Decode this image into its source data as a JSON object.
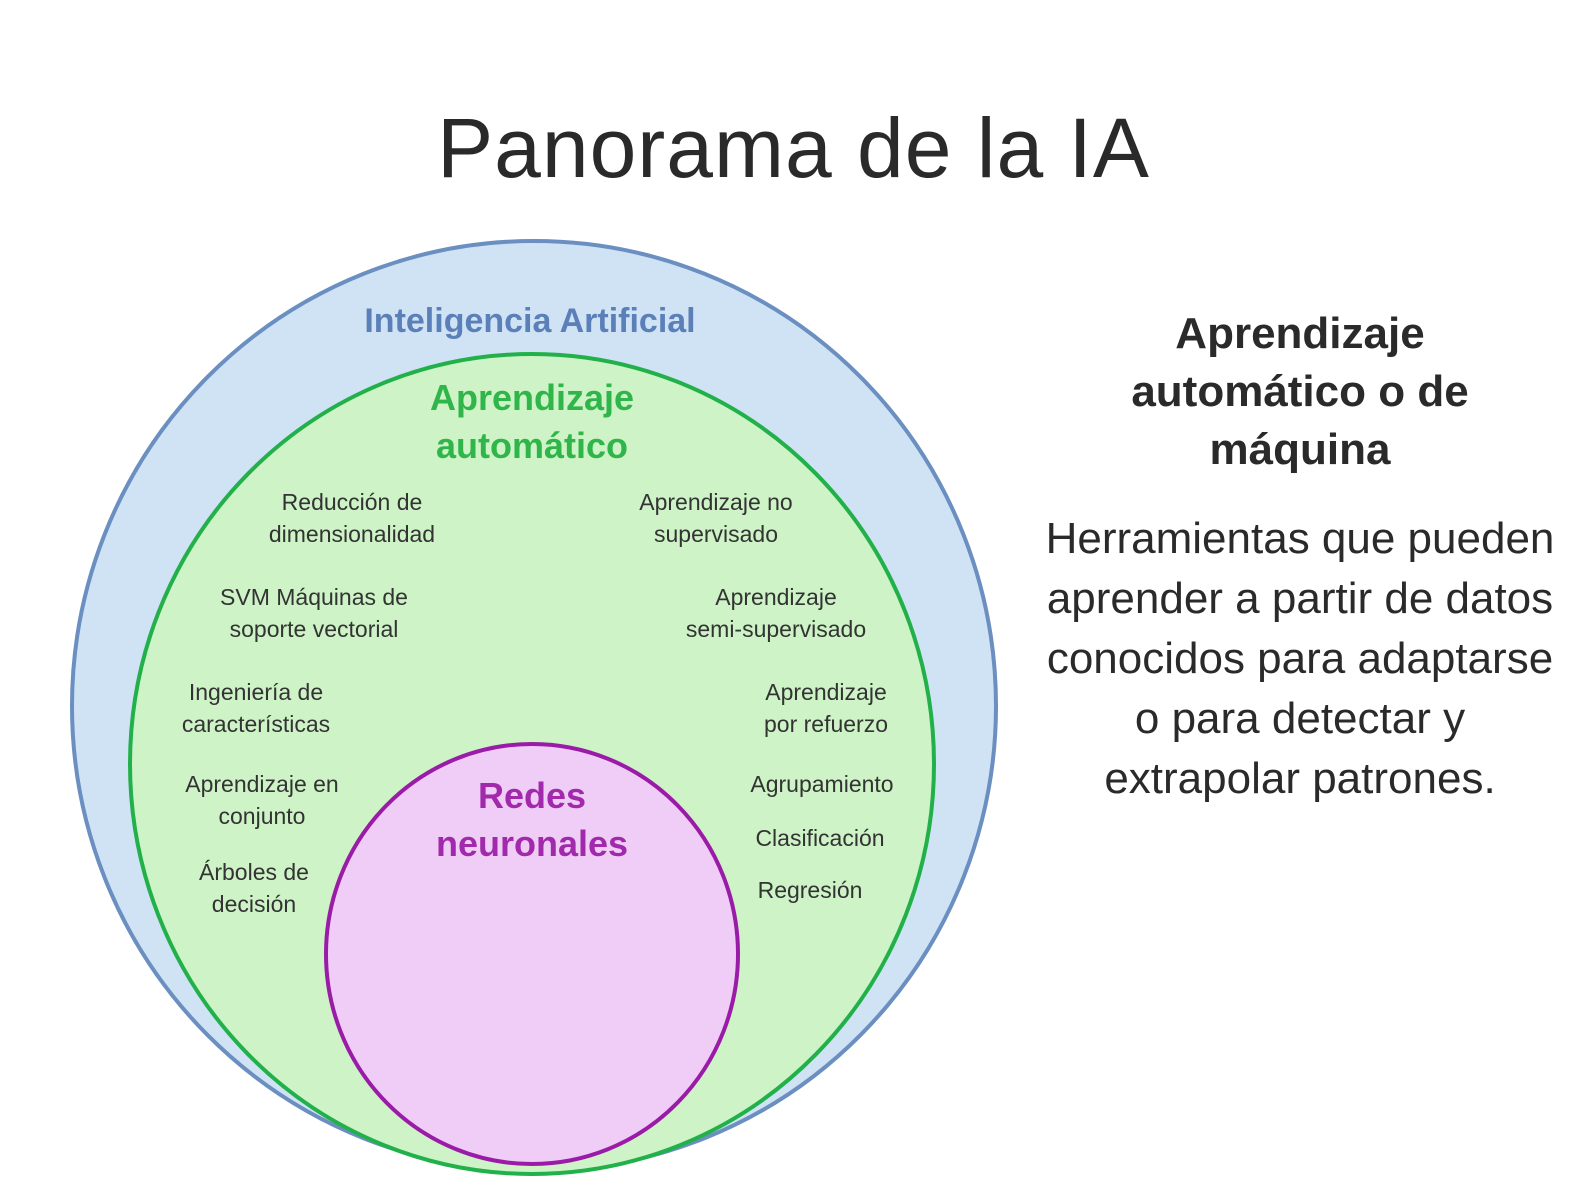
{
  "title": "Panorama de la IA",
  "colors": {
    "ai_fill": "#cfe3f5",
    "ai_stroke": "#6a8fc0",
    "ai_label": "#5b7fb8",
    "ml_fill": "#cdf3c6",
    "ml_stroke": "#22b04a",
    "ml_label": "#2fb54a",
    "nn_fill": "#f0cdf6",
    "nn_stroke": "#9a1ba8",
    "nn_label": "#a02aab"
  },
  "circles": {
    "ai": {
      "label": "Inteligencia Artificial"
    },
    "ml": {
      "label_line1": "Aprendizaje",
      "label_line2": "automático"
    },
    "nn": {
      "label_line1": "Redes",
      "label_line2": "neuronales"
    }
  },
  "left_items": [
    {
      "line1": "Reducción de",
      "line2": "dimensionalidad"
    },
    {
      "line1": "SVM Máquinas de",
      "line2": "soporte vectorial"
    },
    {
      "line1": "Ingeniería de",
      "line2": "características"
    },
    {
      "line1": "Aprendizaje en",
      "line2": "conjunto"
    },
    {
      "line1": "Árboles de",
      "line2": "decisión"
    }
  ],
  "right_items": [
    {
      "line1": "Aprendizaje no",
      "line2": "supervisado"
    },
    {
      "line1": "Aprendizaje",
      "line2": "semi-supervisado"
    },
    {
      "line1": "Aprendizaje",
      "line2": "por refuerzo"
    },
    {
      "line1": "Agrupamiento",
      "line2": ""
    },
    {
      "line1": "Clasificación",
      "line2": ""
    },
    {
      "line1": "Regresión",
      "line2": ""
    }
  ],
  "side_panel": {
    "heading": "Aprendizaje automático o de máquina",
    "body": "Herramientas que pueden aprender a partir de datos conocidos para adaptarse o para detectar y extrapolar patrones."
  }
}
